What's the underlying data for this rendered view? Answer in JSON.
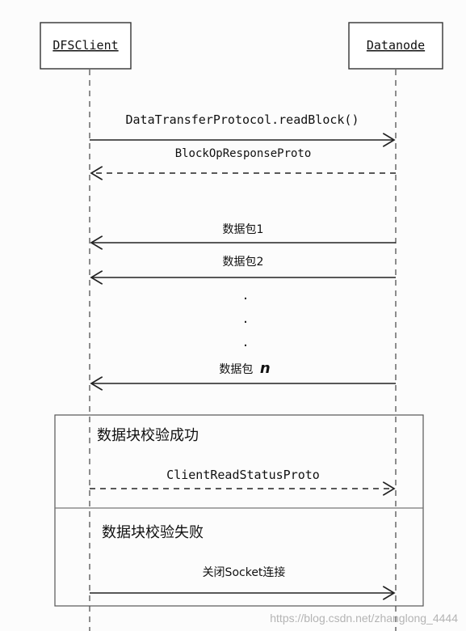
{
  "participants": {
    "client": "DFSClient",
    "datanode": "Datanode"
  },
  "messages": {
    "read_block": "DataTransferProtocol.readBlock()",
    "block_op_response": "BlockOpResponseProto",
    "packet_1": "数据包1",
    "packet_2": "数据包2",
    "packet_n_prefix": "数据包",
    "packet_n_suffix": "n",
    "client_read_status": "ClientReadStatusProto",
    "close_socket": "关闭Socket连接"
  },
  "fragments": {
    "success": "数据块校验成功",
    "failure": "数据块校验失败"
  },
  "ellipsis": {
    "dot_1": ".",
    "dot_2": ".",
    "dot_3": "."
  },
  "watermark": "https://blog.csdn.net/zhanglong_4444"
}
